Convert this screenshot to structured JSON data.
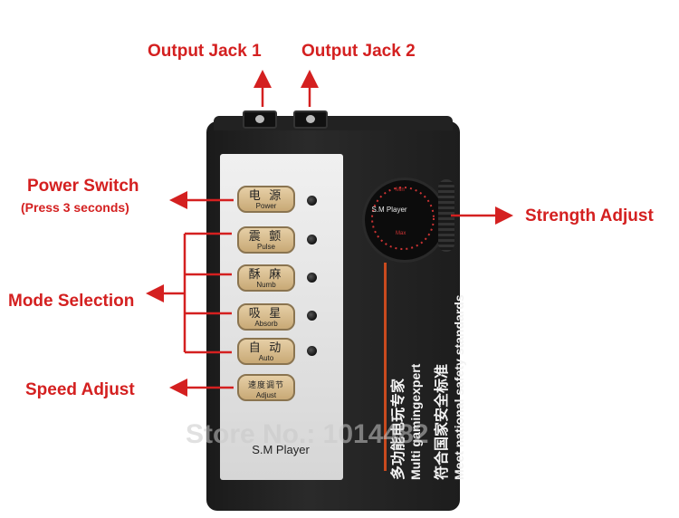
{
  "callouts": {
    "output_jack_1": "Output Jack 1",
    "output_jack_2": "Output Jack 2",
    "power_switch": "Power Switch",
    "power_switch_note": "(Press 3 seconds)",
    "strength_adjust": "Strength Adjust",
    "mode_selection": "Mode Selection",
    "speed_adjust": "Speed Adjust"
  },
  "buttons": [
    {
      "zh": "电 源",
      "en": "Power"
    },
    {
      "zh": "震 颤",
      "en": "Pulse"
    },
    {
      "zh": "酥 麻",
      "en": "Numb"
    },
    {
      "zh": "吸 星",
      "en": "Absorb"
    },
    {
      "zh": "自 动",
      "en": "Auto"
    },
    {
      "zh": "速度调节",
      "en": "Adjust"
    }
  ],
  "device": {
    "panel_label": "S.M Player",
    "knob_label": "S.M Player",
    "knob_min": "Min",
    "knob_max": "Max",
    "side_text_zh_1": "多功能电玩专家",
    "side_text_en_1": "Multi gamingexpert",
    "side_text_zh_2": "符合国家安全标准",
    "side_text_en_2": "Meet national safety standards"
  },
  "watermark": "Store No.: 1014482",
  "colors": {
    "callout": "#d42020",
    "accent_stripe": "#c84a1e"
  }
}
